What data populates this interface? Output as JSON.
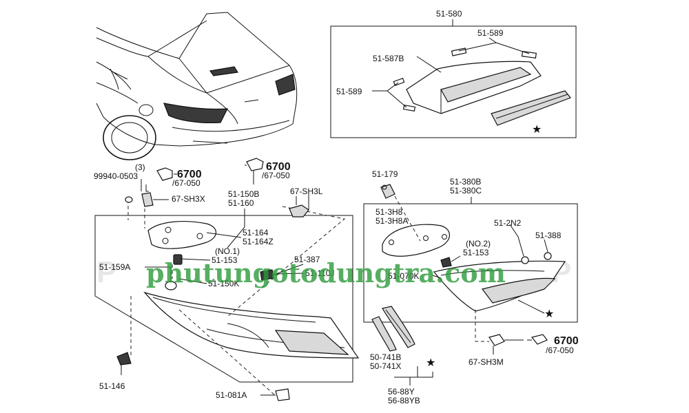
{
  "watermark": "phutungotodungtra.com",
  "watermark_ghost": "P",
  "callouts": {
    "lbl_51580": "51-580",
    "lbl_51589_top": "51-589",
    "lbl_51587B": "51-587B",
    "lbl_51589_left": "51-589",
    "lbl_51179": "51-179",
    "lbl_51380B": "51-380B",
    "lbl_51380C": "51-380C",
    "lbl_513H8": "51-3H8",
    "lbl_513H8A": "51-3H8A",
    "lbl_512N2": "51-2N2",
    "lbl_51388": "51-388",
    "lbl_no2": "(NO.2)",
    "lbl_51153_r": "51-153",
    "lbl_51070K": "51-070K",
    "lbl_6700_r": "6700",
    "lbl_67050_r": "/67-050",
    "lbl_67SH3M": "67-SH3M",
    "lbl_50741B": "50-741B",
    "lbl_50741X": "50-741X",
    "lbl_5688Y": "56-88Y",
    "lbl_5688YB": "56-88YB",
    "lbl_99940": "99940-0503",
    "lbl_qty3": "(3)",
    "lbl_6700_l1": "6700",
    "lbl_67050_l1": "/67-050",
    "lbl_67SH3X": "67-SH3X",
    "lbl_6700_l2": "6700",
    "lbl_67050_l2": "/67-050",
    "lbl_51150B": "51-150B",
    "lbl_51160": "51-160",
    "lbl_67SH3L": "67-SH3L",
    "lbl_51164": "51-164",
    "lbl_51164Z": "51-164Z",
    "lbl_no1": "(NO.1)",
    "lbl_51153_l": "51-153",
    "lbl_51387": "51-387",
    "lbl_51159A": "51-159A",
    "lbl_51110J": "51-110J",
    "lbl_51150K": "51-150K",
    "lbl_51146": "51-146",
    "lbl_51081A": "51-081A"
  }
}
